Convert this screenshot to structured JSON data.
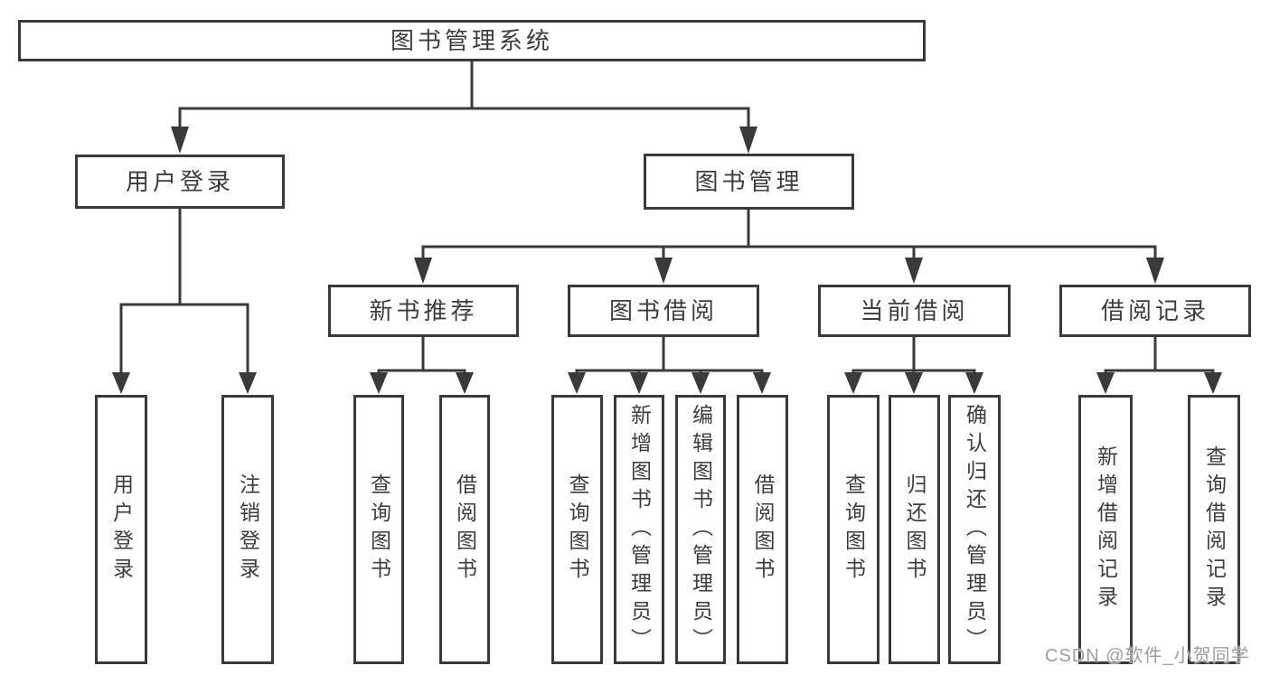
{
  "colors": {
    "line": "#3a3a3a",
    "text": "#3d3d3d",
    "watermark": "#9d9d9d",
    "background": "#ffffff"
  },
  "watermark": {
    "text": "CSDN @软件_小贺同学"
  },
  "tree": {
    "root": {
      "label": "图书管理系统",
      "children": [
        {
          "label": "用户登录",
          "children": [
            {
              "label": "用户登录"
            },
            {
              "label": "注销登录"
            }
          ]
        },
        {
          "label": "图书管理",
          "children": [
            {
              "label": "新书推荐",
              "children": [
                {
                  "label": "查询图书"
                },
                {
                  "label": "借阅图书"
                }
              ]
            },
            {
              "label": "图书借阅",
              "children": [
                {
                  "label": "查询图书"
                },
                {
                  "label": "新增图书（管理员）"
                },
                {
                  "label": "编辑图书（管理员）"
                },
                {
                  "label": "借阅图书"
                }
              ]
            },
            {
              "label": "当前借阅",
              "children": [
                {
                  "label": "查询图书"
                },
                {
                  "label": "归还图书"
                },
                {
                  "label": "确认归还（管理员）"
                }
              ]
            },
            {
              "label": "借阅记录",
              "children": [
                {
                  "label": "新增借阅记录"
                },
                {
                  "label": "查询借阅记录"
                }
              ]
            }
          ]
        }
      ]
    }
  }
}
